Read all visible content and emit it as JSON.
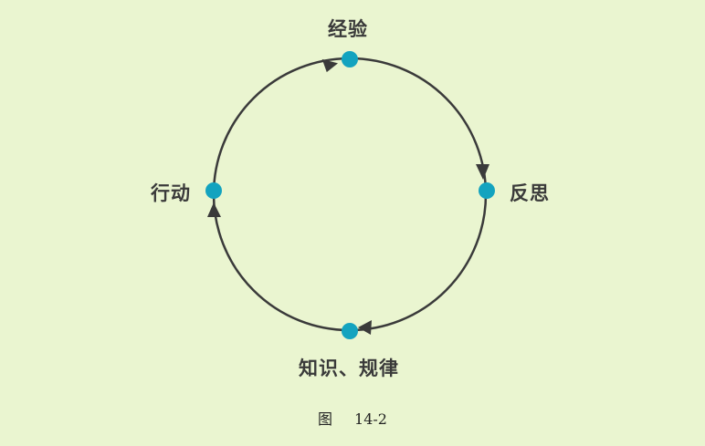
{
  "nodes": {
    "top": "经验",
    "right": "反思",
    "bottom": "知识、规律",
    "left": "行动"
  },
  "caption": {
    "prefix": "图",
    "number": "14-2"
  },
  "colors": {
    "background": "#eaf5d0",
    "circle_stroke": "#3a3a3a",
    "node_fill": "#13a3bf",
    "arrow": "#3a3a3a"
  },
  "flow": [
    "经验",
    "反思",
    "知识、规律",
    "行动"
  ]
}
